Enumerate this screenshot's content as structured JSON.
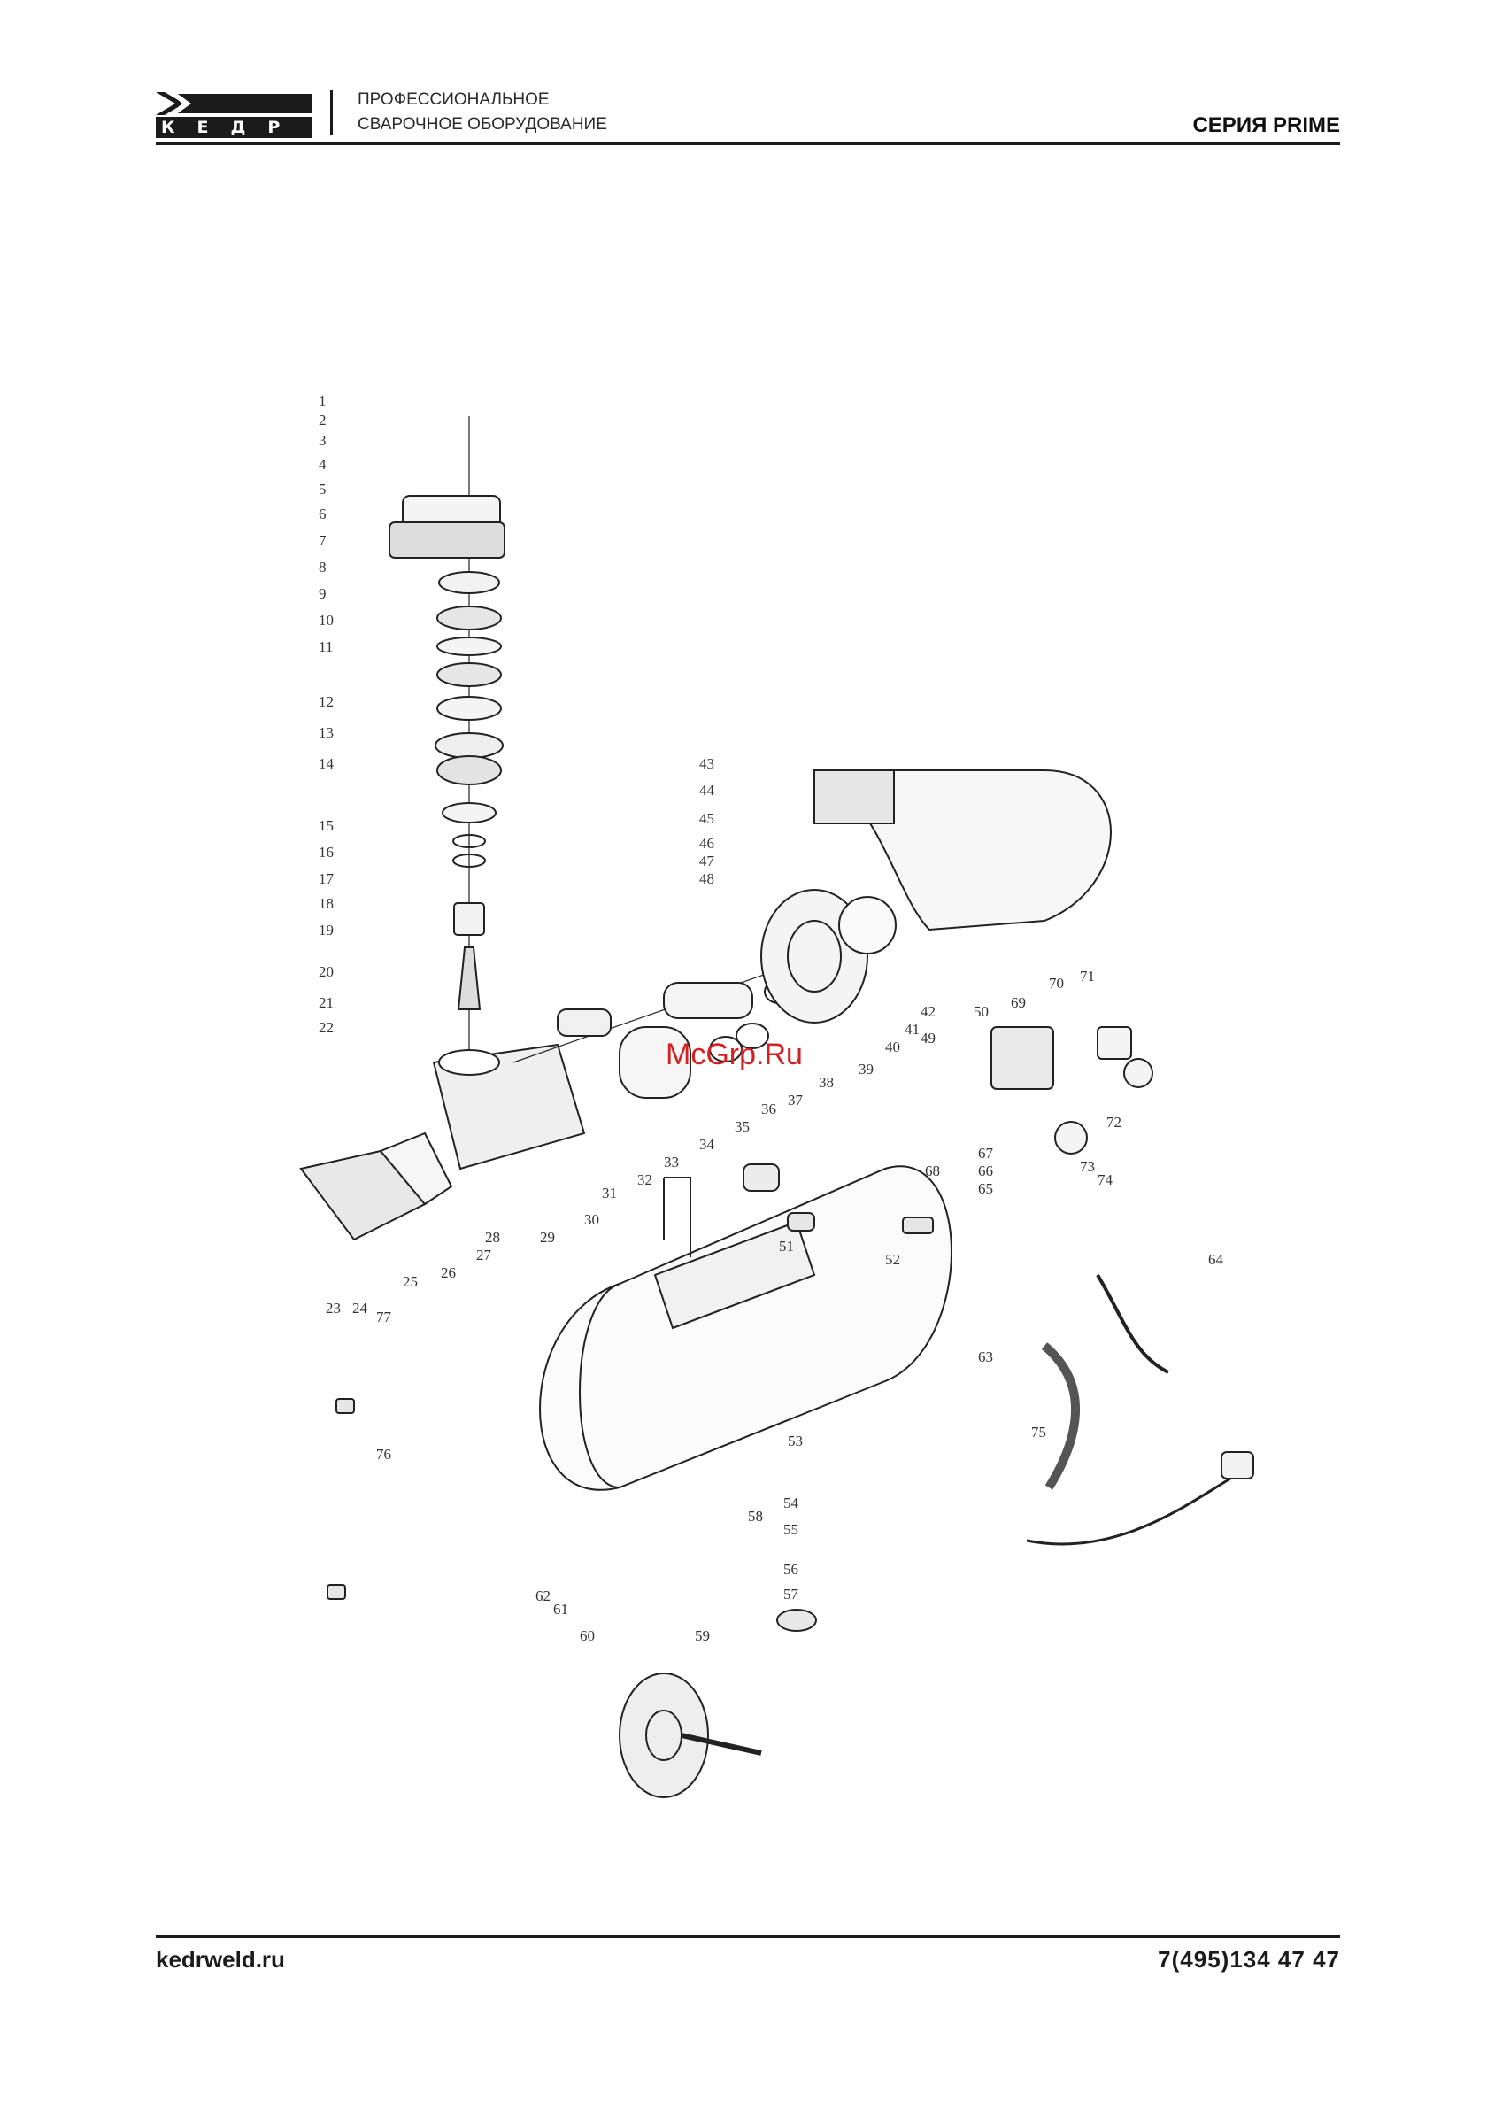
{
  "header": {
    "logo_text": "КЕДР",
    "tagline_line1": "ПРОФЕССИОНАЛЬНОЕ",
    "tagline_line2": "СВАРОЧНОЕ ОБОРУДОВАНИЕ",
    "series": "СЕРИЯ PRIME"
  },
  "diagram": {
    "part_numbers": [
      "1",
      "2",
      "3",
      "4",
      "5",
      "6",
      "7",
      "8",
      "9",
      "10",
      "11",
      "12",
      "13",
      "14",
      "15",
      "16",
      "17",
      "18",
      "19",
      "20",
      "21",
      "22",
      "23",
      "24",
      "25",
      "26",
      "27",
      "28",
      "29",
      "30",
      "31",
      "32",
      "33",
      "34",
      "35",
      "36",
      "37",
      "38",
      "39",
      "40",
      "41",
      "42",
      "43",
      "44",
      "45",
      "46",
      "47",
      "48",
      "49",
      "50",
      "51",
      "52",
      "53",
      "54",
      "55",
      "56",
      "57",
      "58",
      "59",
      "60",
      "61",
      "62",
      "63",
      "64",
      "65",
      "66",
      "67",
      "68",
      "69",
      "70",
      "71",
      "72",
      "73",
      "74",
      "75",
      "76",
      "77"
    ]
  },
  "watermark": "McGrp.Ru",
  "footer": {
    "website": "kedrweld.ru",
    "phone": "7(495)134 47 47"
  }
}
